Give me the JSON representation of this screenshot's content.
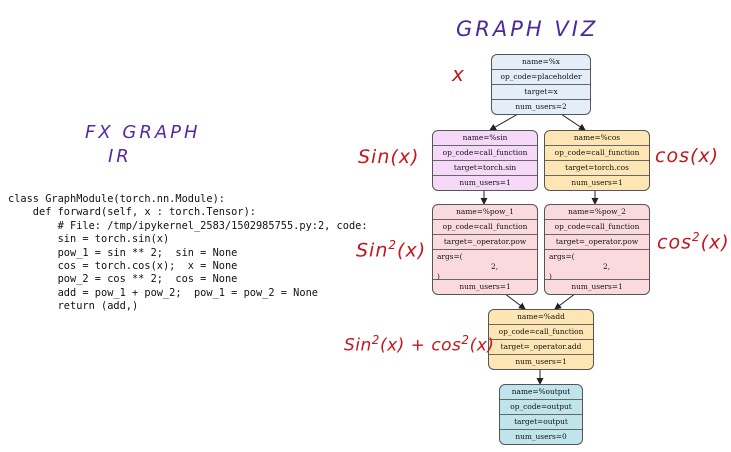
{
  "colors": {
    "placeholder": "#e3eef9",
    "sin": "#f6d9f8",
    "cos": "#fde6b4",
    "pow": "#fadadc",
    "add": "#fde6b4",
    "output": "#bfe4ec",
    "annotation_red": "#c4151c",
    "annotation_purple": "#4b2a9a"
  },
  "titles": {
    "graph_viz": "GRAPH VIZ",
    "fx_graph": "FX GRAPH",
    "ir": "IR"
  },
  "code_lines": [
    "class GraphModule(torch.nn.Module):",
    "    def forward(self, x : torch.Tensor):",
    "        # File: /tmp/ipykernel_2583/1502985755.py:2, code:",
    "        sin = torch.sin(x)",
    "        pow_1 = sin ** 2;  sin = None",
    "        cos = torch.cos(x);  x = None",
    "        pow_2 = cos ** 2;  cos = None",
    "        add = pow_1 + pow_2;  pow_1 = pow_2 = None",
    "        return (add,)"
  ],
  "annotations": {
    "x": "x",
    "sin": "Sin(x)",
    "cos": "cos(x)",
    "sin2_base": "Sin",
    "sin2_exp": "2",
    "sin2_arg": "(x)",
    "cos2_base": "cos",
    "cos2_exp": "2",
    "cos2_arg": "(x)",
    "sum_sin": "Sin",
    "sum_exp1": "2",
    "sum_mid": "(x) + cos",
    "sum_exp2": "2",
    "sum_end": "(x)"
  },
  "nodes": {
    "x": {
      "name": "name=%x",
      "op_code": "op_code=placeholder",
      "target": "target=x",
      "num_users": "num_users=2"
    },
    "sin": {
      "name": "name=%sin",
      "op_code": "op_code=call_function",
      "target": "target=torch.sin",
      "num_users": "num_users=1"
    },
    "cos": {
      "name": "name=%cos",
      "op_code": "op_code=call_function",
      "target": "target=torch.cos",
      "num_users": "num_users=1"
    },
    "pow_1": {
      "name": "name=%pow_1",
      "op_code": "op_code=call_function",
      "target": "target=_operator.pow",
      "args_open": "args=(",
      "args_value": "2,",
      "args_close": ")",
      "num_users": "num_users=1"
    },
    "pow_2": {
      "name": "name=%pow_2",
      "op_code": "op_code=call_function",
      "target": "target=_operator.pow",
      "args_open": "args=(",
      "args_value": "2,",
      "args_close": ")",
      "num_users": "num_users=1"
    },
    "add": {
      "name": "name=%add",
      "op_code": "op_code=call_function",
      "target": "target=_operator.add",
      "num_users": "num_users=1"
    },
    "output": {
      "name": "name=%output",
      "op_code": "op_code=output",
      "target": "target=output",
      "num_users": "num_users=0"
    }
  }
}
